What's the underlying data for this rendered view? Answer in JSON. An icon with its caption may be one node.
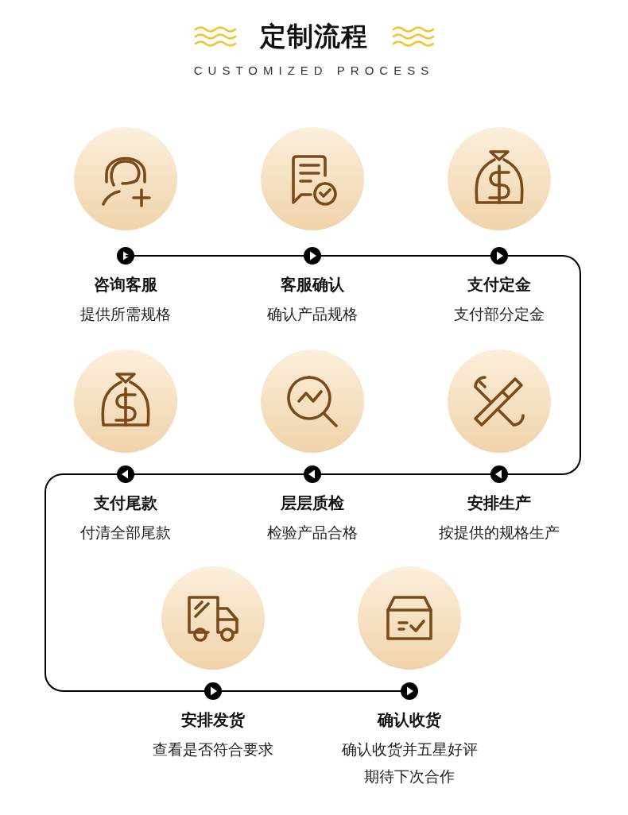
{
  "diagram": {
    "title": "定制流程",
    "nodes": [
      {
        "text": [
          "咨询客服",
          "提供所需规格"
        ]
      },
      {
        "text": [
          "客服确认",
          "确认产品规格"
        ]
      },
      {
        "text": [
          "支付定金",
          "支付部分定金"
        ]
      },
      {
        "text": [
          "支付尾款",
          "付清全部尾款"
        ]
      },
      {
        "text": [
          "层层质检",
          "检验产品合格"
        ]
      },
      {
        "text": [
          "安排生产",
          "按提供的规格生产"
        ]
      },
      {
        "text": [
          "安排发货",
          "查看是否符合要求"
        ]
      },
      {
        "text": [
          "确认收货",
          "确认收货并五星好评期待下次合作"
        ]
      }
    ],
    "edges": [
      {
        "from": 0,
        "to": 1,
        "arrow": "to"
      },
      {
        "from": 1,
        "to": 2,
        "arrow": "to"
      },
      {
        "from": 2,
        "to": 5,
        "arrow": "to"
      },
      {
        "from": 5,
        "to": 4,
        "arrow": "to"
      },
      {
        "from": 4,
        "to": 3,
        "arrow": "to"
      },
      {
        "from": 3,
        "to": 6,
        "arrow": "to"
      },
      {
        "from": 6,
        "to": 7,
        "arrow": "to"
      }
    ],
    "labels": [
      "CUSTOMIZED PROCESS"
    ]
  }
}
